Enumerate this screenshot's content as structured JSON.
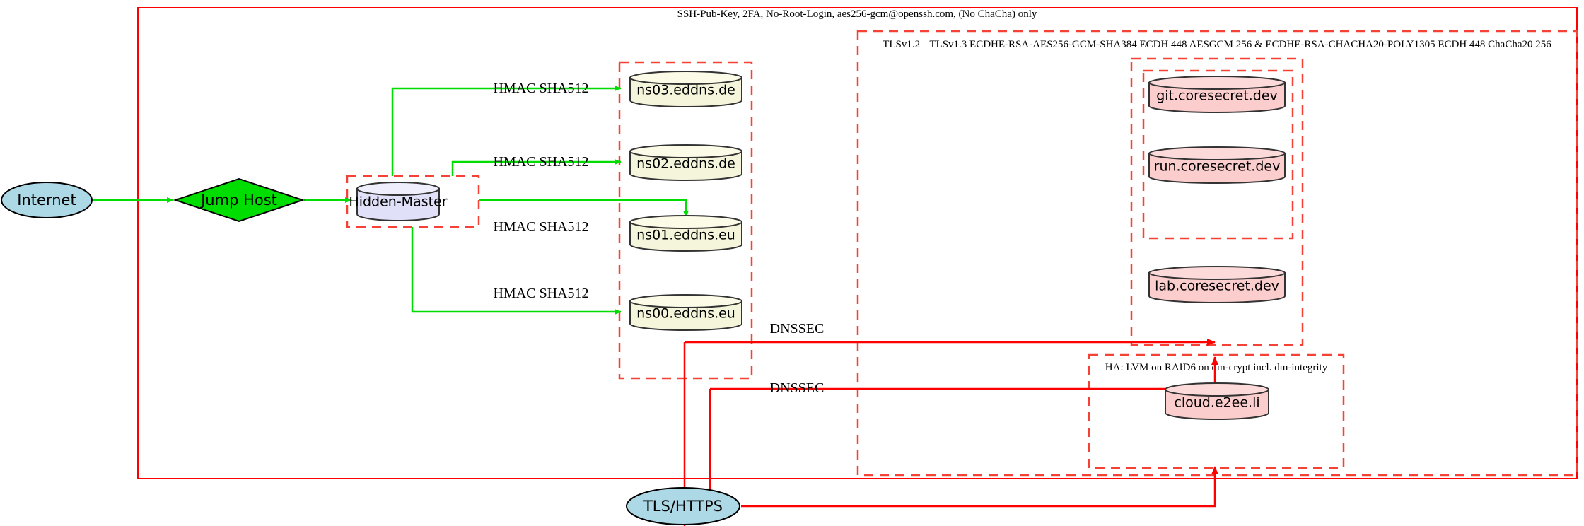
{
  "diagram": {
    "title": "Network security topology",
    "colors": {
      "boundary_red": "#ff0000",
      "dashed_red": "#f44336",
      "edge_green": "#00dd00",
      "edge_red": "#ff0000",
      "ellipse_fill": "#add8e6",
      "diamond_fill": "#00dd00",
      "cylinder_lavender": "#e0e0f8",
      "cylinder_yellow": "#f5f5dc",
      "cylinder_pink": "#fbcdcd",
      "stroke_dark": "#333333"
    },
    "boundaries": [
      {
        "id": "ssh-zone",
        "label": "SSH-Pub-Key, 2FA, No-Root-Login, aes256-gcm@openssh.com, (No ChaCha) only",
        "style": "solid"
      },
      {
        "id": "tls-zone",
        "label": "TLSv1.2 || TLSv1.3 ECDHE-RSA-AES256-GCM-SHA384 ECDH 448 AESGCM 256 & ECDHE-RSA-CHACHA20-POLY1305 ECDH 448 ChaCha20 256",
        "style": "dashed"
      },
      {
        "id": "ha-zone",
        "label": "HA: LVM on RAID6 on dm-crypt incl. dm-integrity",
        "style": "dashed"
      },
      {
        "id": "hidden-master-zone",
        "label": "",
        "style": "dashed"
      },
      {
        "id": "dns-zone",
        "label": "",
        "style": "dashed"
      },
      {
        "id": "coresecret-outer-zone",
        "label": "",
        "style": "dashed"
      },
      {
        "id": "coresecret-inner-zone",
        "label": "",
        "style": "dashed"
      }
    ],
    "nodes": [
      {
        "id": "internet",
        "label": "Internet",
        "shape": "ellipse",
        "fill": "#add8e6"
      },
      {
        "id": "jump-host",
        "label": "Jump Host",
        "shape": "diamond",
        "fill": "#00dd00"
      },
      {
        "id": "hidden-master",
        "label": "Hidden-Master",
        "shape": "cylinder",
        "fill": "#e0e0f8"
      },
      {
        "id": "ns03",
        "label": "ns03.eddns.de",
        "shape": "cylinder",
        "fill": "#f5f5dc"
      },
      {
        "id": "ns02",
        "label": "ns02.eddns.de",
        "shape": "cylinder",
        "fill": "#f5f5dc"
      },
      {
        "id": "ns01",
        "label": "ns01.eddns.eu",
        "shape": "cylinder",
        "fill": "#f5f5dc"
      },
      {
        "id": "ns00",
        "label": "ns00.eddns.eu",
        "shape": "cylinder",
        "fill": "#f5f5dc"
      },
      {
        "id": "git",
        "label": "git.coresecret.dev",
        "shape": "cylinder",
        "fill": "#fbcdcd"
      },
      {
        "id": "run",
        "label": "run.coresecret.dev",
        "shape": "cylinder",
        "fill": "#fbcdcd"
      },
      {
        "id": "lab",
        "label": "lab.coresecret.dev",
        "shape": "cylinder",
        "fill": "#fbcdcd"
      },
      {
        "id": "cloud",
        "label": "cloud.e2ee.li",
        "shape": "cylinder",
        "fill": "#fbcdcd"
      },
      {
        "id": "tls-https",
        "label": "TLS/HTTPS",
        "shape": "ellipse",
        "fill": "#add8e6"
      }
    ],
    "edges": [
      {
        "id": "internet-to-jump",
        "from": "internet",
        "to": "jump-host",
        "label": "",
        "color": "green"
      },
      {
        "id": "jump-to-master",
        "from": "jump-host",
        "to": "hidden-master",
        "label": "",
        "color": "green"
      },
      {
        "id": "master-to-ns03",
        "from": "hidden-master",
        "to": "ns03",
        "label": "HMAC SHA512",
        "color": "green"
      },
      {
        "id": "master-to-ns02",
        "from": "hidden-master",
        "to": "ns02",
        "label": "HMAC SHA512",
        "color": "green"
      },
      {
        "id": "master-to-ns01",
        "from": "hidden-master",
        "to": "ns01",
        "label": "HMAC SHA512",
        "color": "green"
      },
      {
        "id": "master-to-ns00",
        "from": "hidden-master",
        "to": "ns00",
        "label": "HMAC SHA512",
        "color": "green"
      },
      {
        "id": "dnssec-upper",
        "from": "ns-cluster",
        "to": "coresecret",
        "label": "DNSSEC",
        "color": "red"
      },
      {
        "id": "dnssec-lower",
        "from": "ns-cluster",
        "to": "cloud",
        "label": "DNSSEC",
        "color": "red"
      },
      {
        "id": "tls-to-services",
        "from": "tls-https",
        "to": "coresecret",
        "label": "",
        "color": "red"
      }
    ]
  }
}
